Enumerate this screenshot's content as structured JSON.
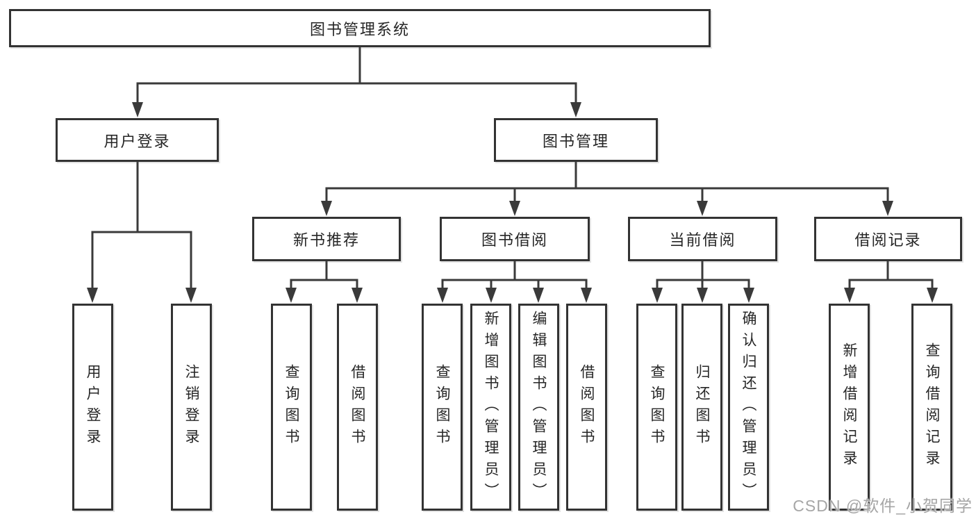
{
  "theme": {
    "line": "#3a3a3a",
    "box_border": "#333333",
    "text": "#262626",
    "background": "#ffffff",
    "watermark_color": "#a6a6a6"
  },
  "tree": {
    "root": {
      "label": "图书管理系统"
    },
    "login": {
      "label": "用户登录",
      "children": [
        {
          "label": "用户登录"
        },
        {
          "label": "注销登录"
        }
      ]
    },
    "management": {
      "label": "图书管理",
      "sections": [
        {
          "label": "新书推荐",
          "children": [
            {
              "label": "查询图书"
            },
            {
              "label": "借阅图书"
            }
          ]
        },
        {
          "label": "图书借阅",
          "children": [
            {
              "label": "查询图书"
            },
            {
              "label": "新增图书（管理员）"
            },
            {
              "label": "编辑图书（管理员）"
            },
            {
              "label": "借阅图书"
            }
          ]
        },
        {
          "label": "当前借阅",
          "children": [
            {
              "label": "查询图书"
            },
            {
              "label": "归还图书"
            },
            {
              "label": "确认归还（管理员）"
            }
          ]
        },
        {
          "label": "借阅记录",
          "children": [
            {
              "label": "新增借阅记录"
            },
            {
              "label": "查询借阅记录"
            }
          ]
        }
      ]
    }
  },
  "watermark": {
    "text": "CSDN @软件_小贺同学"
  }
}
